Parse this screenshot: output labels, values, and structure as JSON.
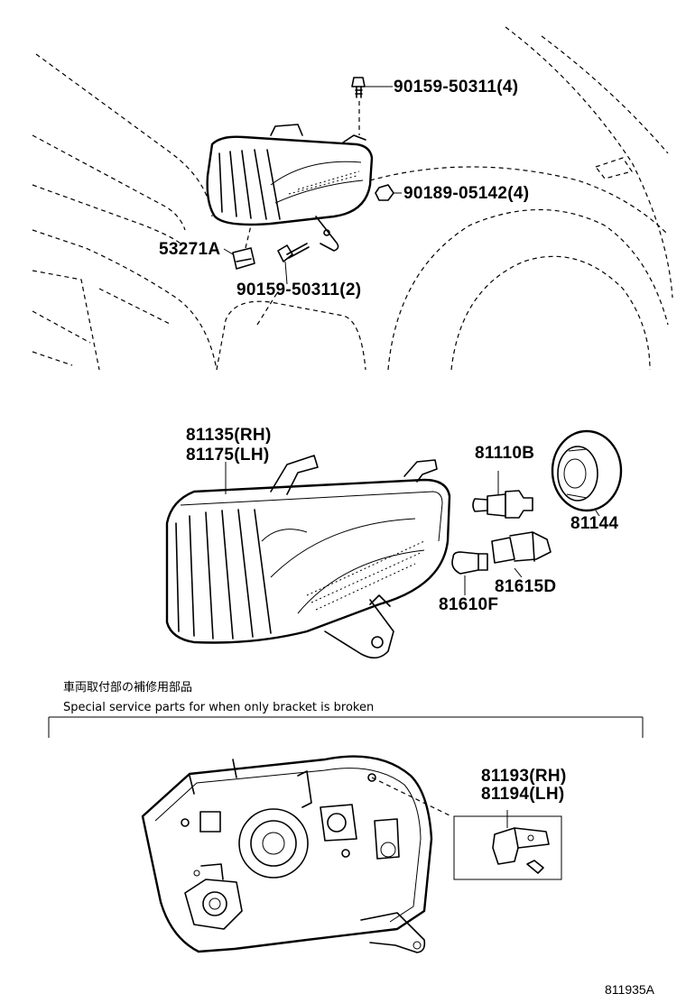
{
  "parts": {
    "bolt_top": "90159-50311(4)",
    "nut_right": "90189-05142(4)",
    "clip": "53271A",
    "bolt_bottom": "90159-50311(2)",
    "lamp_rh": "81135(RH)",
    "lamp_lh": "81175(LH)",
    "bulb_head": "81110B",
    "socket_cover": "81144",
    "socket_turn": "81615D",
    "bulb_turn": "81610F",
    "bracket_rh": "81193(RH)",
    "bracket_lh": "81194(LH)"
  },
  "notes": {
    "japanese": "車両取付部の補修用部品",
    "english": "Special service parts for when only bracket is broken"
  },
  "figure_id": "811935A"
}
